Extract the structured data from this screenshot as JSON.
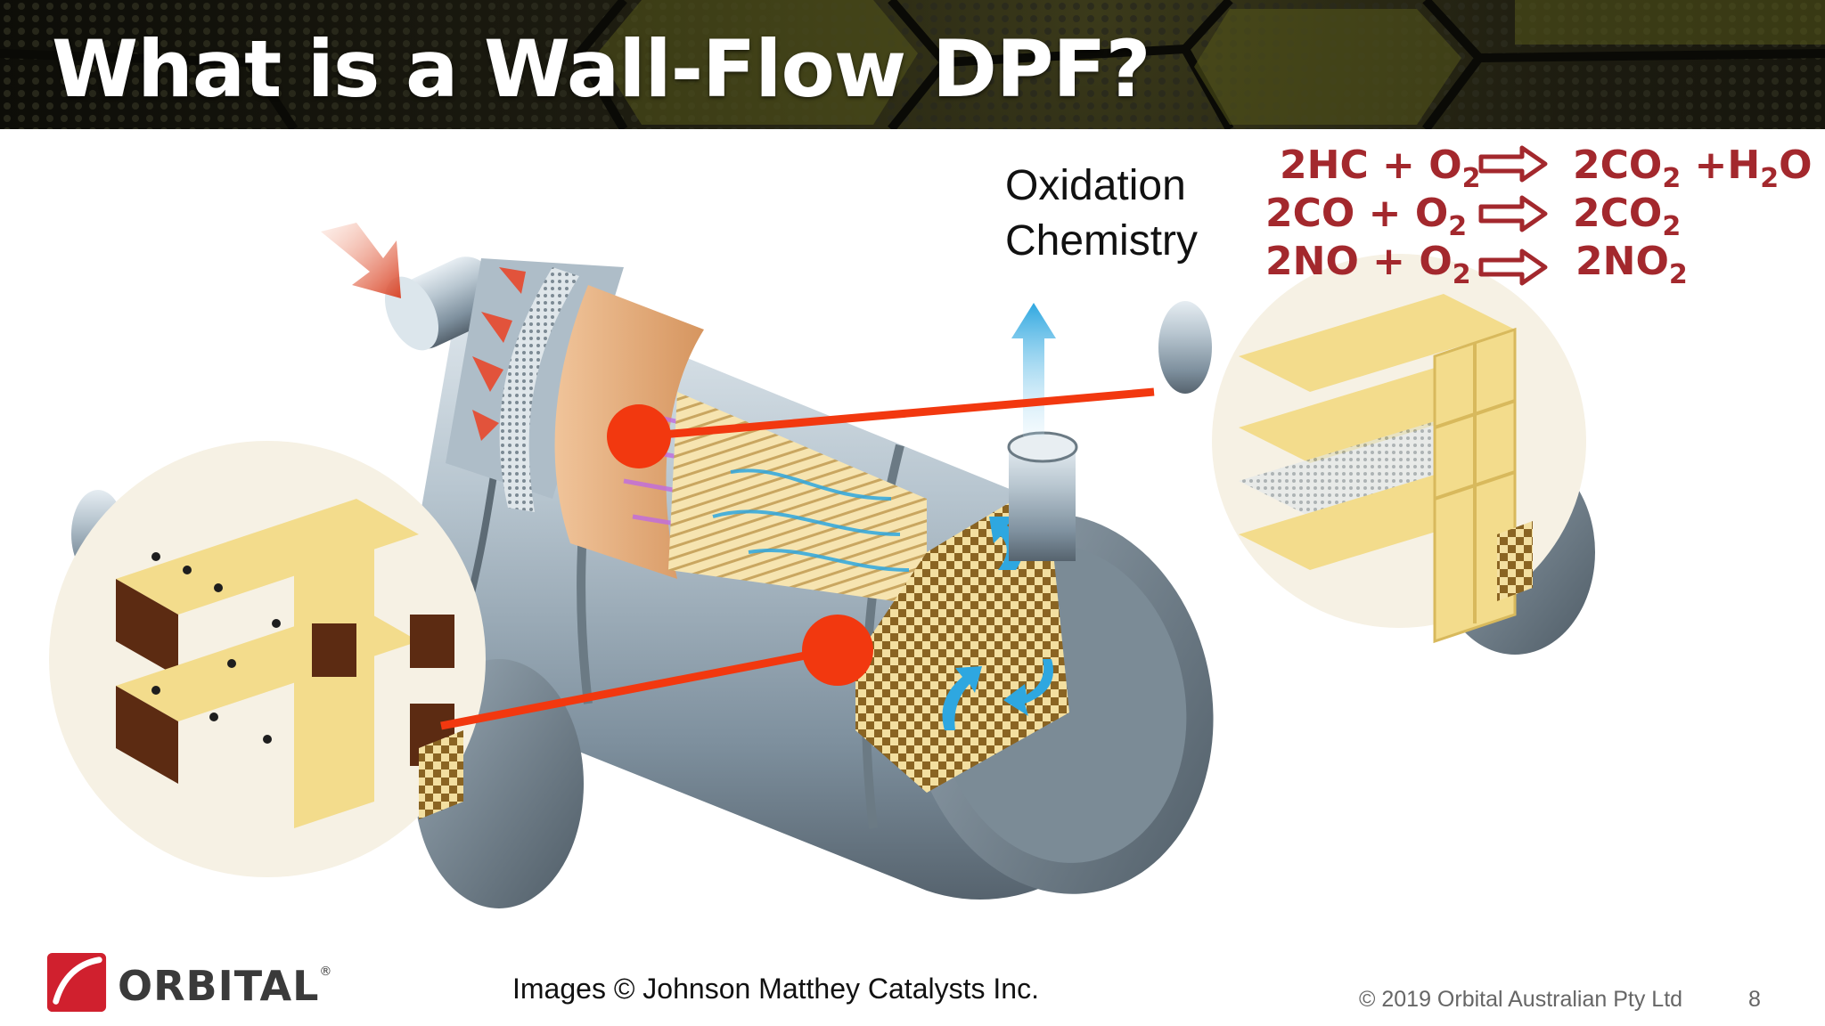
{
  "slide": {
    "title": "What is a Wall-Flow DPF?",
    "oxidation_label": [
      "Oxidation",
      "Chemistry"
    ],
    "equations": [
      {
        "left": "2HC + O",
        "left_sub": "2",
        "right": "2CO",
        "right_sub": "2",
        "right_tail": " +H",
        "right_tail_sub": "2",
        "right_tail_end": "O"
      },
      {
        "left": "2CO + O",
        "left_sub": "2",
        "right": "2CO",
        "right_sub": "2"
      },
      {
        "left": "2NO + O",
        "left_sub": "2",
        "right": "2NO",
        "right_sub": "2"
      }
    ],
    "image_credit": "Images © Johnson Matthey Catalysts Inc.",
    "copyright": "© 2019 Orbital Australian Pty Ltd",
    "page_number": "8"
  },
  "logo": {
    "text": "ORBITAL",
    "mark": "®"
  },
  "colors": {
    "equation_red": "#a3282d",
    "callout_red": "#f2380f",
    "flow_blue": "#2ea7e0",
    "intake_arrow": "#d9462a",
    "canister_steel": "#9fb0be",
    "substrate_tan": "#f1d990",
    "logo_red": "#d0202e"
  },
  "icons": [
    "inlet-arrow-icon",
    "outlet-arrow-icon",
    "reaction-arrow-icon",
    "orbital-logo-icon"
  ]
}
